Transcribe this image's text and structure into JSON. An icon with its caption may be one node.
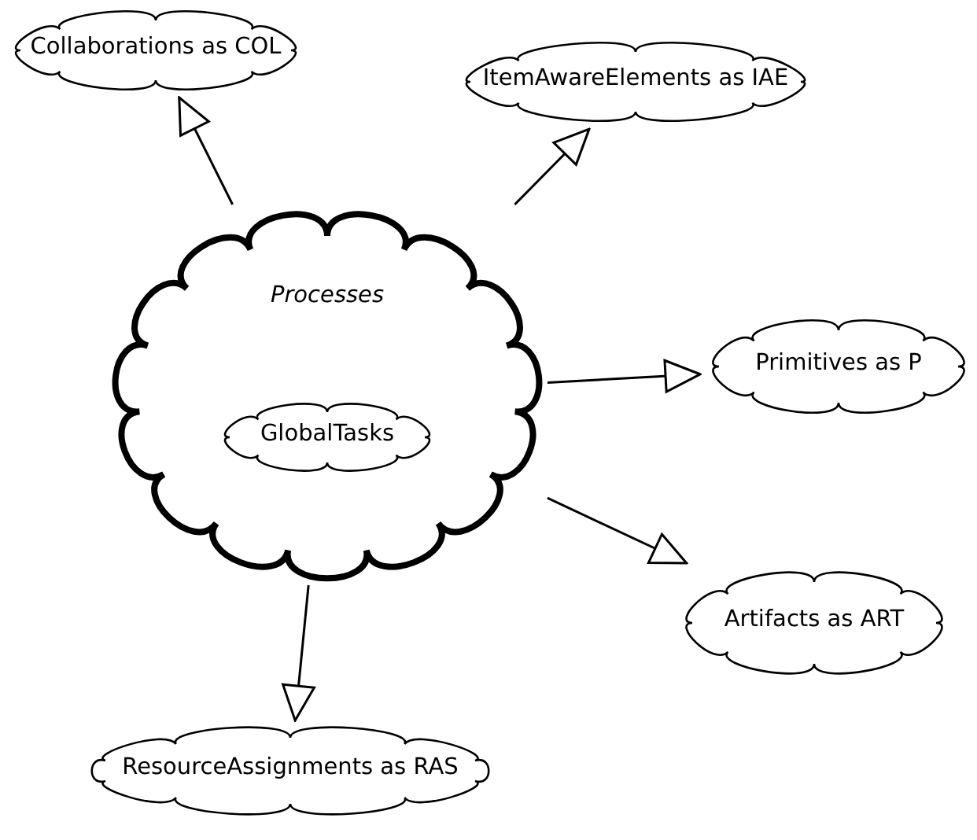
{
  "diagram": {
    "nodes": [
      {
        "text": [
          "Collaborations as COL"
        ]
      },
      {
        "text": [
          "ItemAwareElements as IAE"
        ]
      },
      {
        "text": [
          "Processes"
        ]
      },
      {
        "text": [
          "GlobalTasks"
        ],
        "in": 2
      },
      {
        "text": [
          "Primitives as P"
        ]
      },
      {
        "text": [
          "Artifacts as ART"
        ]
      },
      {
        "text": [
          "ResourceAssignments as RAS"
        ]
      }
    ],
    "edges": [
      {
        "from": 2,
        "to": 0,
        "arrow": "to"
      },
      {
        "from": 2,
        "to": 1,
        "arrow": "to"
      },
      {
        "from": 2,
        "to": 4,
        "arrow": "to"
      },
      {
        "from": 2,
        "to": 5,
        "arrow": "to"
      },
      {
        "from": 2,
        "to": 6,
        "arrow": "to"
      }
    ]
  }
}
